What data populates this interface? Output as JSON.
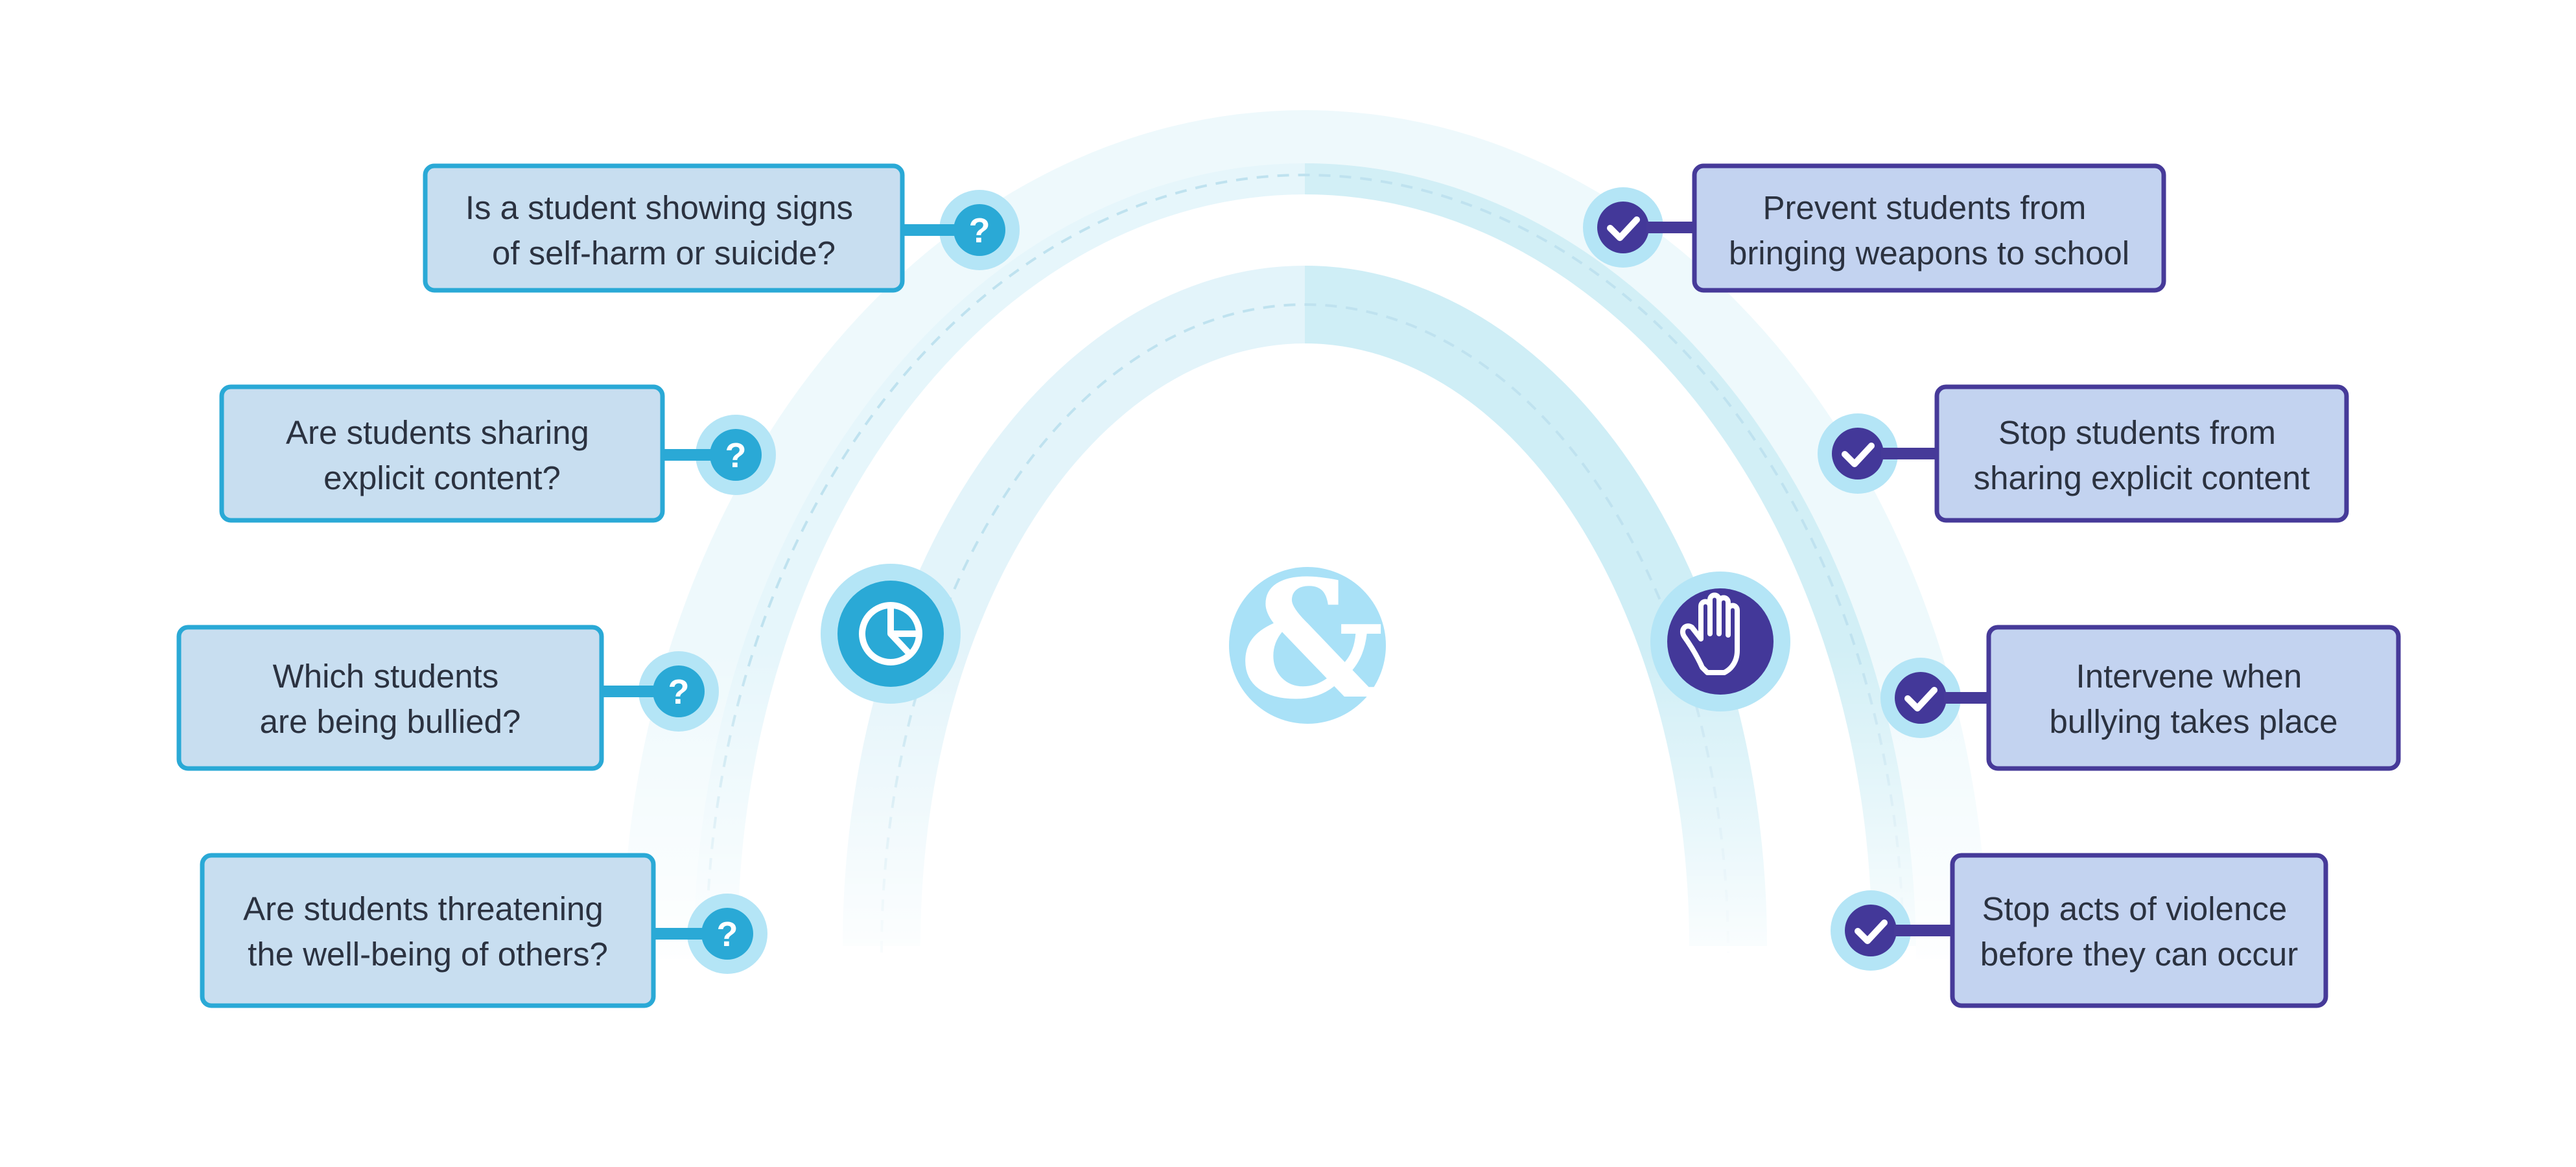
{
  "center_symbol": "&",
  "questions": [
    {
      "line1": "Is a student showing signs",
      "line2": "of self-harm or suicide?"
    },
    {
      "line1": "Are students sharing",
      "line2": "explicit content?"
    },
    {
      "line1": "Which students",
      "line2": "are being bullied?"
    },
    {
      "line1": "Are students threatening",
      "line2": "the well-being of others?"
    }
  ],
  "actions": [
    {
      "line1": "Prevent students from",
      "line2": "bringing weapons to school"
    },
    {
      "line1": "Stop students from",
      "line2": "sharing explicit content"
    },
    {
      "line1": "Intervene when",
      "line2": "bullying takes place"
    },
    {
      "line1": "Stop acts of violence",
      "line2": "before they can occur"
    }
  ],
  "question_marker": "?",
  "icons": {
    "left_hub": "pie-chart-icon",
    "right_hub": "hand-stop-icon",
    "question": "question-mark-icon",
    "action": "checkmark-icon"
  },
  "colors": {
    "question_border": "#2aa9d6",
    "question_fill": "#c8def0",
    "action_border": "#463a99",
    "action_fill": "#c3d3f0",
    "arc_light": "#e4f5fb",
    "arc_mid": "#cdeef6",
    "amp_circle": "#a9e1f7"
  }
}
